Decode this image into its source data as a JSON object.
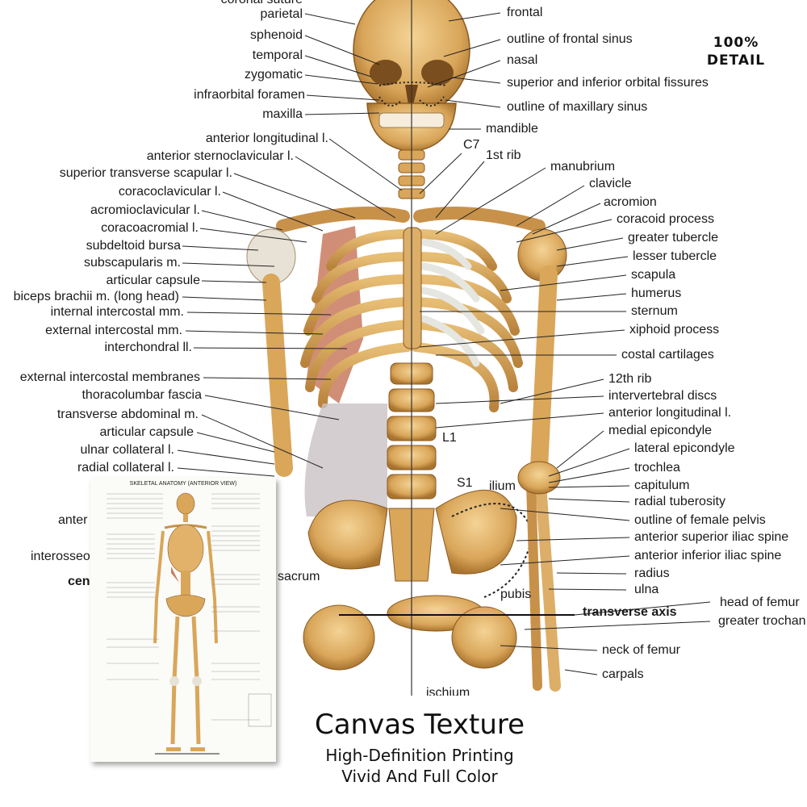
{
  "badge": {
    "line1": "100%",
    "line2": "DETAIL"
  },
  "caption": {
    "title": "Canvas Texture",
    "line1": "High-Definition Printing",
    "line2": "Vivid And Full Color"
  },
  "thumbnail": {
    "title": "SKELETAL ANATOMY (ANTERIOR VIEW)"
  },
  "labels_left": {
    "coronal_suture": "coronal suture",
    "parietal": "parietal",
    "sphenoid": "sphenoid",
    "temporal": "temporal",
    "zygomatic": "zygomatic",
    "infraorbital_foramen": "infraorbital foramen",
    "maxilla": "maxilla",
    "anterior_longitudinal": "anterior longitudinal l.",
    "anterior_sternoclavicular": "anterior sternoclavicular l.",
    "superior_transverse_scapular": "superior transverse scapular l.",
    "coracoclavicular": "coracoclavicular l.",
    "acromioclavicular": "acromioclavicular l.",
    "coracoacromial": "coracoacromial l.",
    "subdeltoid_bursa": "subdeltoid bursa",
    "subscapularis": "subscapularis m.",
    "articular_capsule_1": "articular capsule",
    "biceps_brachii": "biceps brachii m. (long head)",
    "internal_intercostal": "internal intercostal mm.",
    "external_intercostal": "external intercostal mm.",
    "interchondral": "interchondral ll.",
    "external_intercostal_membranes": "external intercostal membranes",
    "thoracolumbar_fascia": "thoracolumbar fascia",
    "transverse_abdominal": "transverse abdominal m.",
    "articular_capsule_2": "articular capsule",
    "ulnar_collateral": "ulnar collateral l.",
    "radial_collateral": "radial collateral l.",
    "anter_partial": "anter",
    "interosseo_partial": "interosseo",
    "cen_partial": "cen"
  },
  "labels_center": {
    "c7": "C7",
    "first_rib": "1st rib",
    "l1": "L1",
    "s1": "S1",
    "ilium": "ilium",
    "sacrum": "sacrum",
    "pubis": "pubis",
    "ischium": "ischium"
  },
  "labels_right": {
    "frontal": "frontal",
    "outline_frontal_sinus": "outline of frontal sinus",
    "nasal": "nasal",
    "orbital_fissures": "superior and inferior orbital fissures",
    "outline_maxillary_sinus": "outline of maxillary sinus",
    "mandible": "mandible",
    "manubrium": "manubrium",
    "clavicle": "clavicle",
    "acromion": "acromion",
    "coracoid_process": "coracoid process",
    "greater_tubercle": "greater tubercle",
    "lesser_tubercle": "lesser tubercle",
    "scapula": "scapula",
    "humerus": "humerus",
    "sternum": "sternum",
    "xiphoid_process": "xiphoid process",
    "costal_cartilages": "costal cartilages",
    "twelfth_rib": "12th rib",
    "intervertebral_discs": "intervertebral discs",
    "anterior_longitudinal_r": "anterior longitudinal l.",
    "medial_epicondyle": "medial epicondyle",
    "lateral_epicondyle": "lateral epicondyle",
    "trochlea": "trochlea",
    "capitulum": "capitulum",
    "radial_tuberosity": "radial tuberosity",
    "outline_female_pelvis": "outline of female pelvis",
    "anterior_superior_iliac_spine": "anterior superior iliac spine",
    "anterior_inferior_iliac_spine": "anterior inferior iliac spine",
    "radius": "radius",
    "ulna": "ulna",
    "transverse_axis": "transverse axis",
    "head_of_femur": "head of femur",
    "greater_trochanter_partial": "greater trochan",
    "neck_of_femur": "neck of femur",
    "carpals": "carpals"
  },
  "colors": {
    "bone": "#d9a65a",
    "bone_light": "#f0cc8a",
    "bone_dark": "#a9742e",
    "muscle": "#c97a5e",
    "cartilage": "#e6e6e0",
    "ink": "#1a1a1a"
  }
}
